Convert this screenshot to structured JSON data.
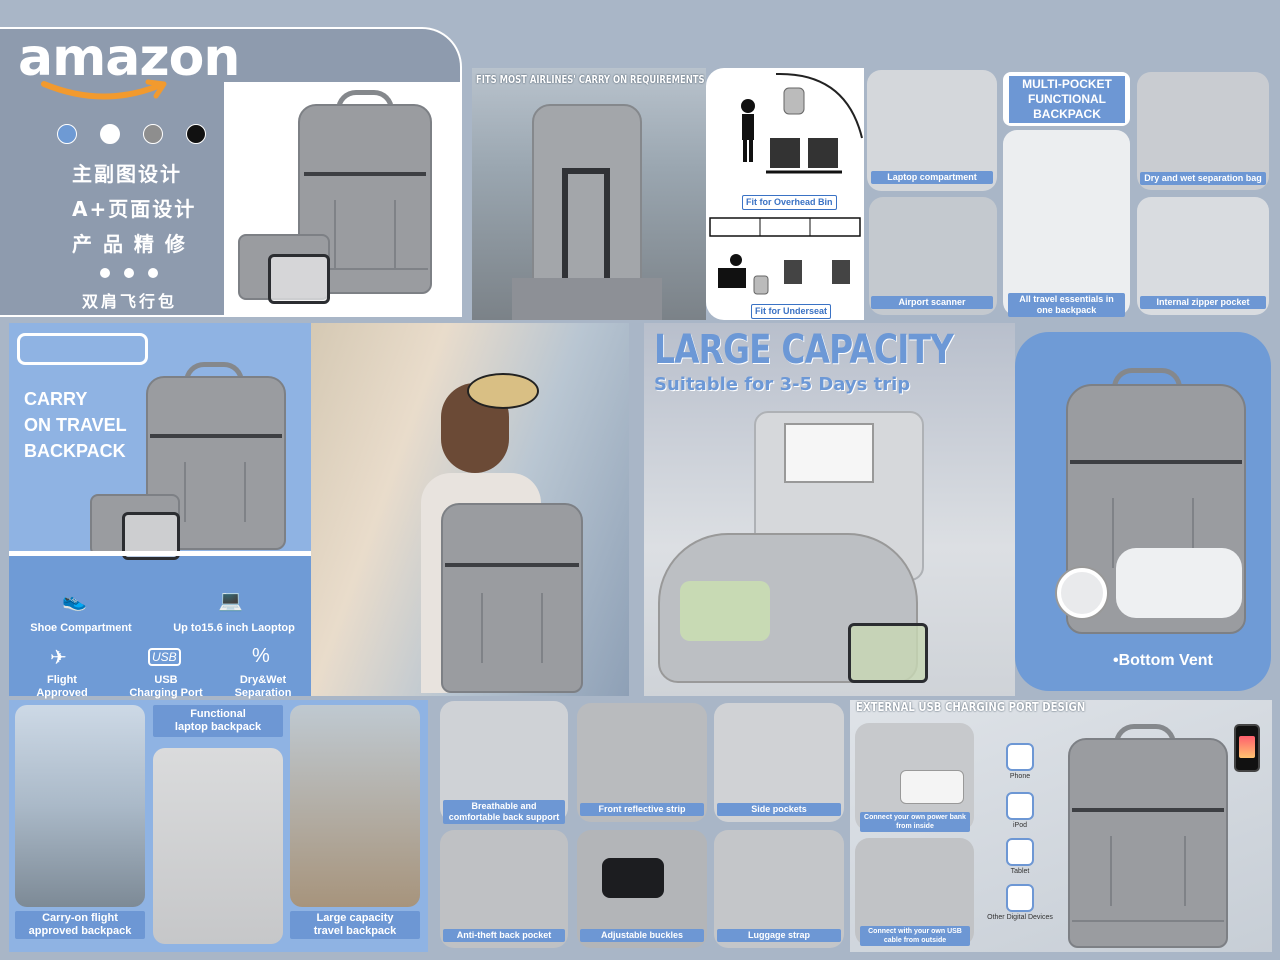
{
  "brand": {
    "logo": "amazon",
    "colors": [
      "#6e9ad4",
      "#ffffff",
      "#8e8e8e",
      "#111111"
    ],
    "lines": [
      "主副图设计",
      "A+页面设计",
      "产 品 精 修"
    ],
    "product": "双肩飞行包"
  },
  "requirements": {
    "title": "FITS MOST AIRLINES' CARRY ON REQUIREMENTS",
    "overhead": "Fit for Overhead Bin",
    "underseat": "Fit for Underseat"
  },
  "pockets": {
    "title": "MULTI-POCKET FUNCTIONAL BACKPACK",
    "laptop": "Laptop compartment",
    "drywet": "Dry and wet separation bag",
    "scanner": "Airport scanner",
    "essentials": "All travel essentials in one backpack",
    "zipper": "Internal zipper pocket"
  },
  "carry": {
    "title_lines": [
      "CARRY",
      "ON TRAVEL",
      "BACKPACK"
    ],
    "features": [
      {
        "icon": "shoe-icon",
        "label": "Shoe Compartment"
      },
      {
        "icon": "laptop-icon",
        "label": "Up to15.6 inch Laoptop"
      },
      {
        "icon": "airplane-icon",
        "label": "Flight\nApproved"
      },
      {
        "icon": "usb-icon",
        "label": "USB\nCharging Port"
      },
      {
        "icon": "percent-icon",
        "label": "Dry&Wet\nSeparation"
      }
    ],
    "usb_badge": "USB"
  },
  "capacity": {
    "title": "LARGE CAPACITY",
    "subtitle": "Suitable for 3-5 Days trip",
    "vent_label": "•Bottom Vent"
  },
  "people": {
    "functional": "Functional laptop backpack",
    "carry_on": "Carry-on flight approved backpack",
    "large": "Large capacity travel backpack"
  },
  "details": {
    "breathable": "Breathable and comfortable back support",
    "reflective": "Front reflective strip",
    "side": "Side pockets",
    "antitheft": "Anti-theft back pocket",
    "buckles": "Adjustable  buckles",
    "luggage": "Luggage strap"
  },
  "usb": {
    "title": "EXTERNAL USB CHARGING PORT DESIGN",
    "inside": "Connect your own power bank from inside",
    "outside": "Connect with your own USB cable from outside",
    "devices": [
      "Phone",
      "iPod",
      "Tablet",
      "Other Digital Devices"
    ]
  }
}
